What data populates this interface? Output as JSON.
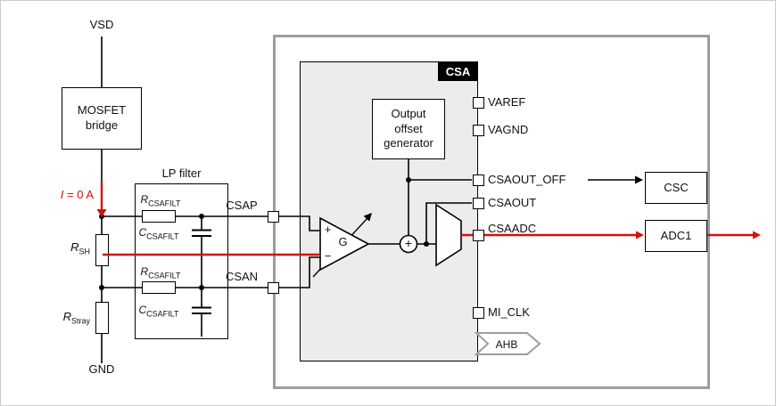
{
  "colors": {
    "red": "#d60f0f",
    "outline_gray": "#9d9d9d",
    "block_fill": "#ececec"
  },
  "left_circuit": {
    "vsd_label": "VSD",
    "gnd_label": "GND",
    "mosfet_line1": "MOSFET",
    "mosfet_line2": "bridge",
    "current_i": "I",
    "current_rest": " = 0 A",
    "r_sh_sym": "R",
    "r_sh_sub": "SH",
    "r_stray_sym": "R",
    "r_stray_sub": "Stray"
  },
  "lp_filter": {
    "title": "LP filter",
    "r_top_sym": "R",
    "r_top_sub": "CSAFILT",
    "c_top_sym": "C",
    "c_top_sub": "CSAFILT",
    "r_bot_sym": "R",
    "r_bot_sub": "CSAFILT",
    "c_bot_sym": "C",
    "c_bot_sub": "CSAFILT"
  },
  "signals": {
    "csap": "CSAP",
    "csan": "CSAN"
  },
  "csa": {
    "tag": "CSA",
    "offset_gen_l1": "Output",
    "offset_gen_l2": "offset",
    "offset_gen_l3": "generator",
    "amp_plus": "+",
    "amp_minus": "−",
    "amp_gain": "G",
    "sum_plus": "+",
    "ahb": "AHB",
    "pins": {
      "varef": "VAREF",
      "vagnd": "VAGND",
      "csaout_off": "CSAOUT_OFF",
      "csaout": "CSAOUT",
      "csaadc": "CSAADC",
      "mi_clk": "MI_CLK"
    }
  },
  "peripherals": {
    "csc": "CSC",
    "adc1": "ADC1"
  }
}
